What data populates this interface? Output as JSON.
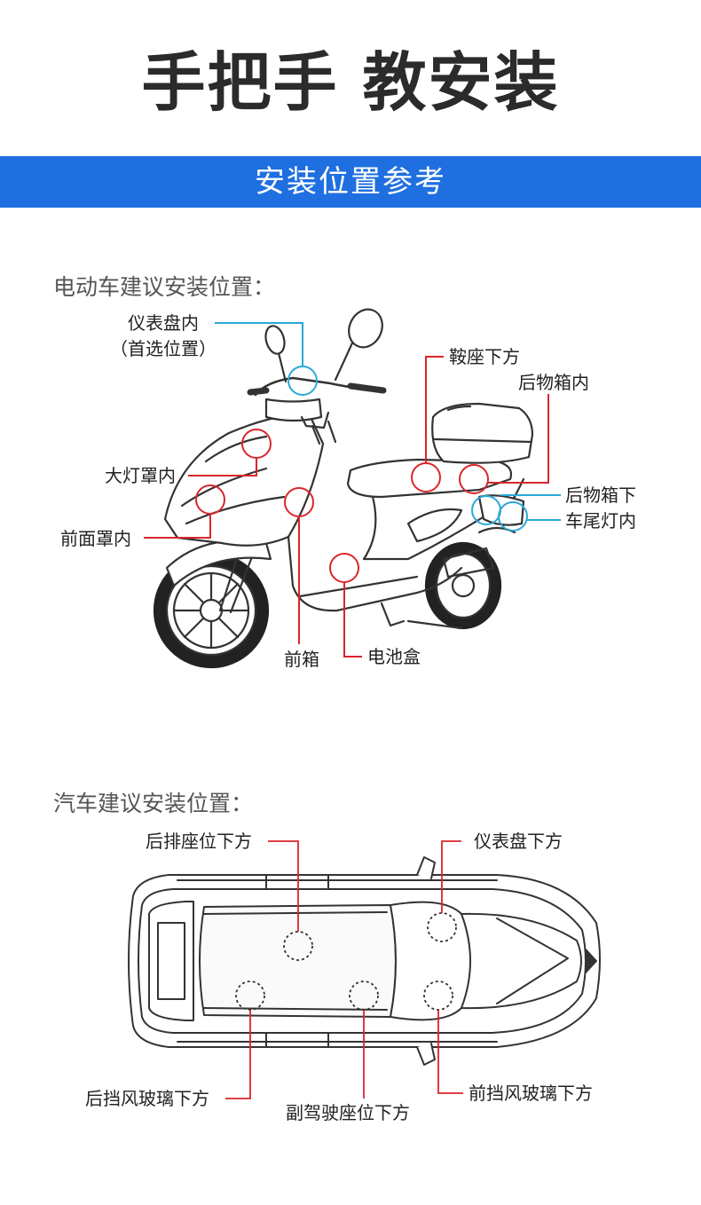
{
  "page": {
    "title": "手把手 教安装",
    "banner": "安装位置参考"
  },
  "scooter": {
    "heading": "电动车建议安装位置：",
    "labels": {
      "dashboard": "仪表盘内",
      "preferred": "（首选位置）",
      "headlight": "大灯罩内",
      "front_cover": "前面罩内",
      "seat": "鞍座下方",
      "rear_box_inside": "后物箱内",
      "rear_box_under": "后物箱下",
      "tail_light": "车尾灯内",
      "front_box": "前箱",
      "battery_box": "电池盒"
    }
  },
  "car": {
    "heading": "汽车建议安装位置：",
    "labels": {
      "rear_seat": "后排座位下方",
      "dashboard_under": "仪表盘下方",
      "rear_windshield": "后挡风玻璃下方",
      "passenger_seat": "副驾驶座位下方",
      "front_windshield": "前挡风玻璃下方"
    }
  },
  "colors": {
    "banner": "#1f6fe0",
    "marker_red": "#d9262c",
    "marker_blue": "#2aa8d8"
  }
}
